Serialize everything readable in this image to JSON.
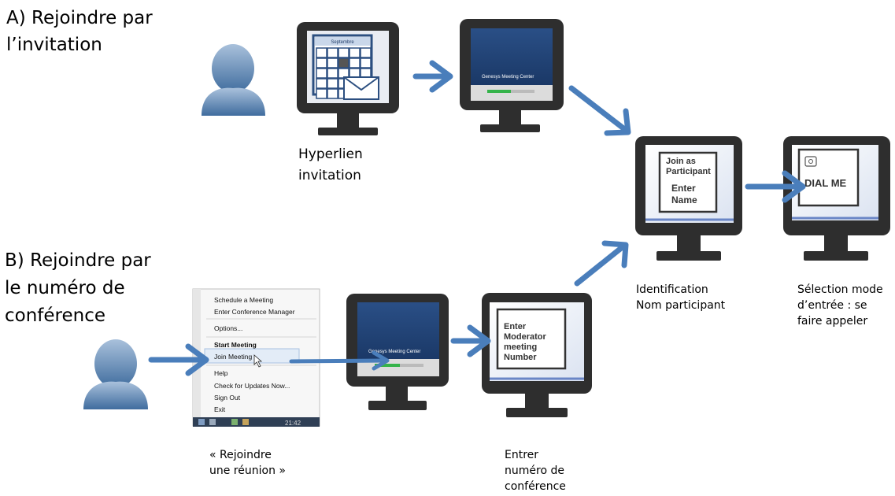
{
  "section_a": {
    "title_line1": "A) Rejoindre par",
    "title_line2": "l’invitation"
  },
  "section_b": {
    "title_line1": "B) Rejoindre par",
    "title_line2": "le numéro de",
    "title_line3": "conférence"
  },
  "captions": {
    "hyperlink_line1": "Hyperlien",
    "hyperlink_line2": "invitation",
    "identification_line1": "Identification",
    "identification_line2": "Nom participant",
    "selection_line1": "Sélection mode",
    "selection_line2": "d’entrée : se",
    "selection_line3": "faire appeler",
    "join_line1": "« Rejoindre",
    "join_line2": "une réunion »",
    "enter_line1": "Entrer",
    "enter_line2": "numéro de",
    "enter_line3": "conférence"
  },
  "calendar": {
    "header": "Septembre"
  },
  "meeting_center": {
    "brand": "Genesys Meeting Center"
  },
  "join_dialog": {
    "line1": "Join as",
    "line2": "Participant",
    "line3": "Enter",
    "line4": "Name"
  },
  "dial_dialog": {
    "label": "DIAL ME"
  },
  "moderator_dialog": {
    "line1": "Enter",
    "line2": "Moderator",
    "line3": "meeting",
    "line4": "Number"
  },
  "context_menu": {
    "items": [
      "Schedule a Meeting",
      "Enter Conference Manager",
      "Options...",
      "Start Meeting",
      "Join Meeting",
      "Help",
      "Check for Updates Now...",
      "Sign Out",
      "Exit"
    ],
    "taskbar_time": "21:42"
  },
  "colors": {
    "arrow": "#4a7ebb",
    "monitor_body": "#2e2e2e",
    "person": "#6f90b5"
  }
}
